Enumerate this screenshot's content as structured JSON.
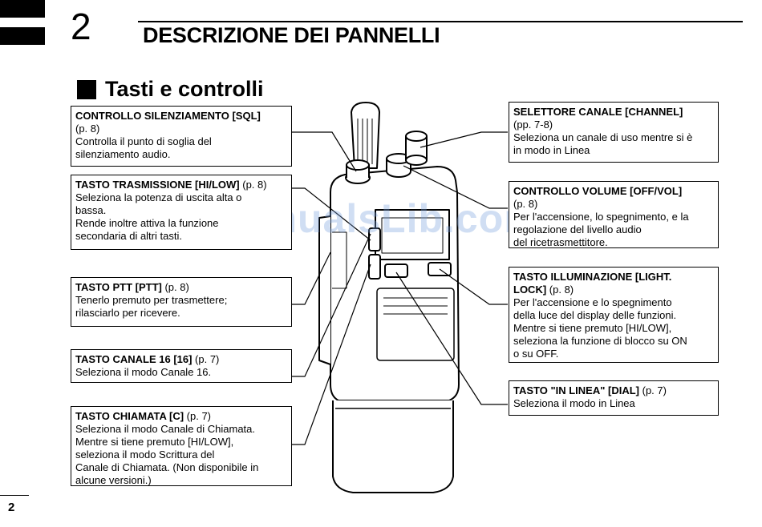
{
  "header": {
    "chapter_number": "2",
    "chapter_title": "DESCRIZIONE DEI PANNELLI",
    "section_title": "Tasti e controlli"
  },
  "callouts": {
    "sql": {
      "title": "CONTROLLO SILENZIAMENTO [SQL]",
      "lines": [
        "(p. 8)",
        "Controlla il punto di soglia del",
        "silenziamento audio."
      ]
    },
    "hilow": {
      "title": "TASTO TRASMISSIONE [HI/LOW]",
      "ref": " (p. 8)",
      "lines": [
        "Seleziona la potenza di uscita alta o",
        "bassa.",
        "Rende inoltre attiva la funzione",
        "secondaria di altri tasti."
      ]
    },
    "ptt": {
      "title": "TASTO PTT [PTT]",
      "ref": " (p. 8)",
      "lines": [
        "Tenerlo premuto per trasmettere;",
        "rilasciarlo per ricevere."
      ]
    },
    "ch16": {
      "title": "TASTO CANALE 16 [16]",
      "ref": " (p. 7)",
      "lines": [
        "Seleziona il modo Canale 16."
      ]
    },
    "call": {
      "title": "TASTO CHIAMATA [C]",
      "ref": " (p. 7)",
      "lines": [
        "Seleziona il modo Canale di Chiamata.",
        "Mentre si tiene premuto [HI/LOW],",
        "seleziona il modo Scrittura del",
        "Canale di Chiamata. (Non disponibile in",
        "alcune versioni.)"
      ]
    },
    "channel": {
      "title": "SELETTORE CANALE [CHANNEL]",
      "lines": [
        "(pp. 7-8)",
        "Seleziona un canale di uso mentre si è",
        "in modo in Linea"
      ]
    },
    "volume": {
      "title": "CONTROLLO VOLUME [OFF/VOL]",
      "lines": [
        "(p. 8)",
        "Per l'accensione, lo spegnimento, e la",
        "regolazione del livello audio",
        "del ricetrasmettitore."
      ]
    },
    "light": {
      "title": "TASTO ILLUMINAZIONE [LIGHT.",
      "title2": "LOCK]",
      "ref": " (p. 8)",
      "lines": [
        "Per l'accensione e lo spegnimento",
        "della luce del display delle funzioni.",
        "Mentre si tiene premuto [HI/LOW],",
        "seleziona la funzione di blocco su ON",
        "o su OFF."
      ]
    },
    "dial": {
      "title": "TASTO \"IN LINEA\" [DIAL]",
      "ref": " (p. 7)",
      "lines": [
        "Seleziona il modo in Linea"
      ]
    }
  },
  "watermark": "ManualsLib.com",
  "footer": {
    "page_number": "2"
  }
}
